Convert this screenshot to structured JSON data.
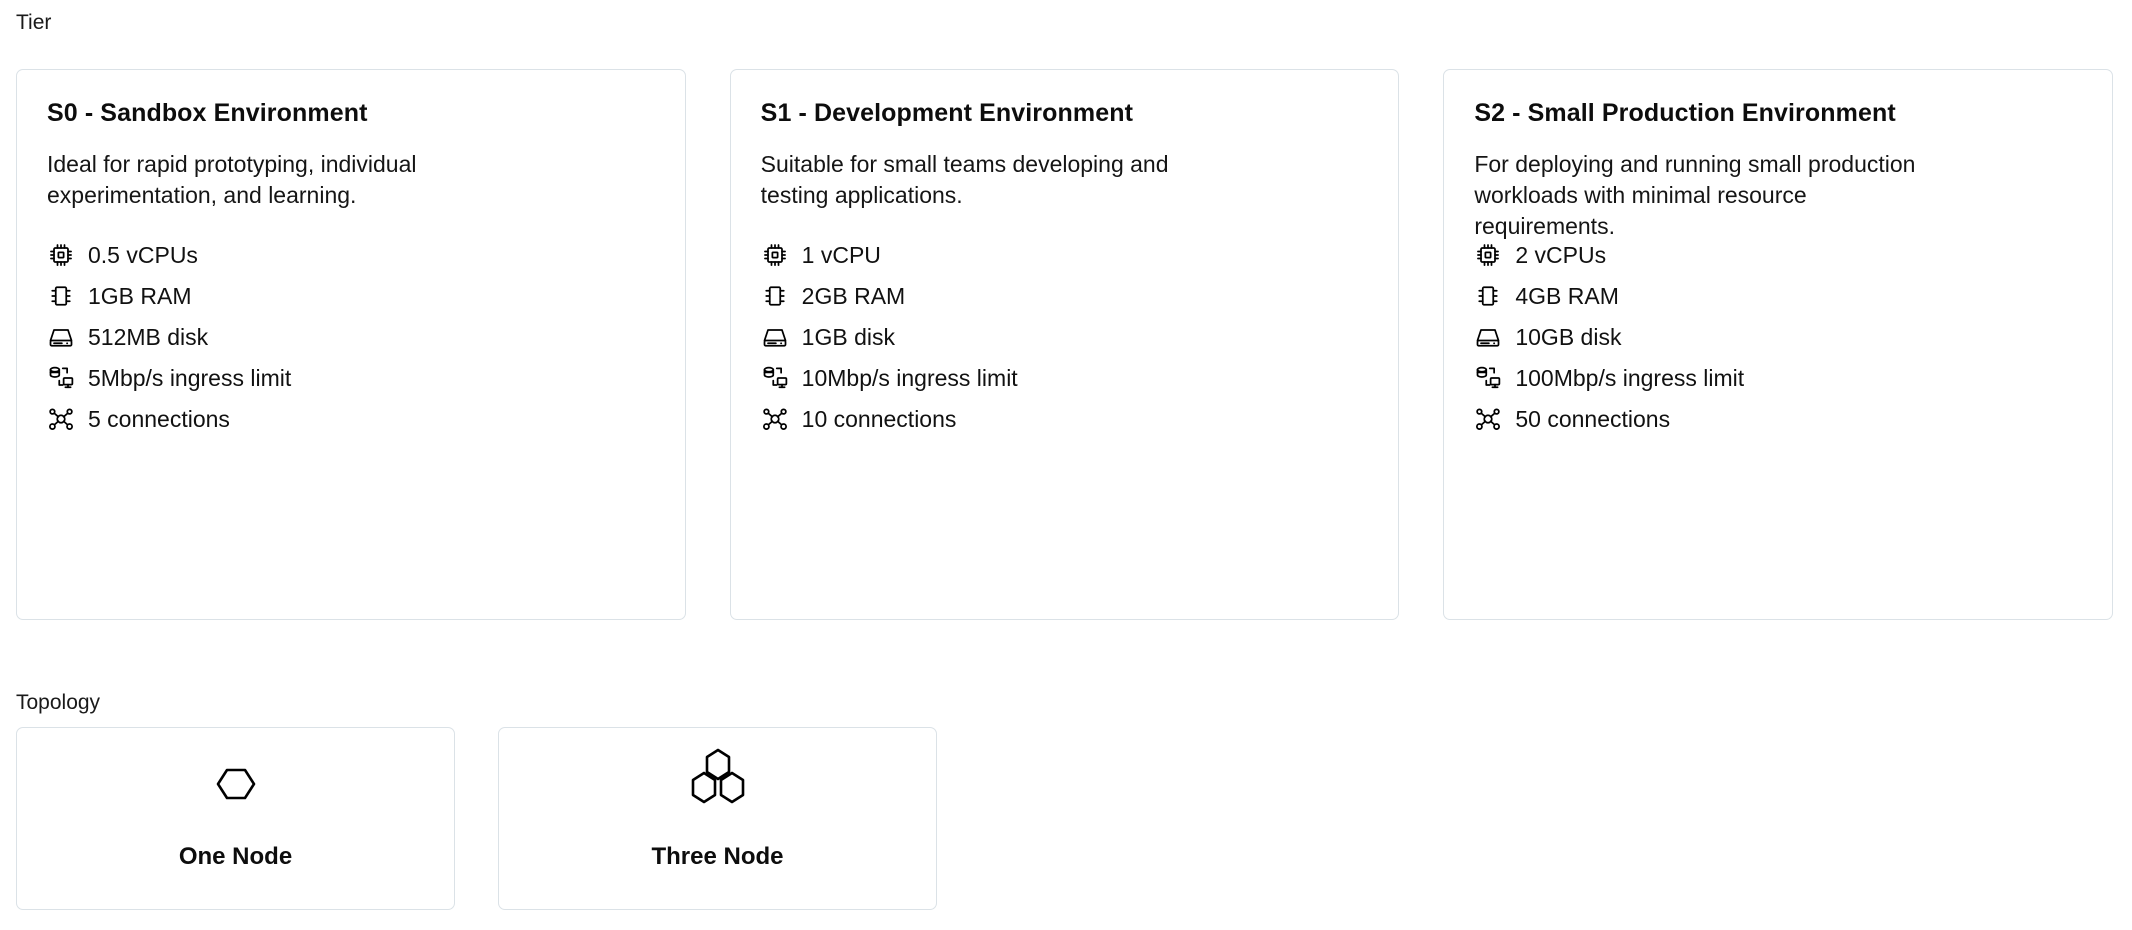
{
  "sections": {
    "tier_label": "Tier",
    "topology_label": "Topology"
  },
  "tiers": [
    {
      "id": "s0",
      "title": "S0 - Sandbox Environment",
      "description": "Ideal for rapid prototyping, individual experimentation, and learning.",
      "specs": [
        {
          "icon": "cpu-icon",
          "text": "0.5 vCPUs"
        },
        {
          "icon": "memory-icon",
          "text": "1GB RAM"
        },
        {
          "icon": "hard-drive-icon",
          "text": "512MB disk"
        },
        {
          "icon": "network-ingress-icon",
          "text": "5Mbp/s ingress limit"
        },
        {
          "icon": "share-network-icon",
          "text": "5 connections"
        }
      ]
    },
    {
      "id": "s1",
      "title": "S1 - Development Environment",
      "description": "Suitable for small teams developing and testing applications.",
      "specs": [
        {
          "icon": "cpu-icon",
          "text": "1 vCPU"
        },
        {
          "icon": "memory-icon",
          "text": "2GB RAM"
        },
        {
          "icon": "hard-drive-icon",
          "text": "1GB disk"
        },
        {
          "icon": "network-ingress-icon",
          "text": "10Mbp/s ingress limit"
        },
        {
          "icon": "share-network-icon",
          "text": "10 connections"
        }
      ]
    },
    {
      "id": "s2",
      "title": "S2 - Small Production Environment",
      "description": "For deploying and running small production workloads with minimal resource requirements.",
      "specs": [
        {
          "icon": "cpu-icon",
          "text": "2 vCPUs"
        },
        {
          "icon": "memory-icon",
          "text": "4GB RAM"
        },
        {
          "icon": "hard-drive-icon",
          "text": "10GB disk"
        },
        {
          "icon": "network-ingress-icon",
          "text": "100Mbp/s ingress limit"
        },
        {
          "icon": "share-network-icon",
          "text": "50 connections"
        }
      ]
    }
  ],
  "topologies": [
    {
      "id": "one-node",
      "label": "One Node",
      "icon": "one-hexagon-icon"
    },
    {
      "id": "three-node",
      "label": "Three Node",
      "icon": "three-hexagon-icon"
    }
  ],
  "colors": {
    "card_border": "#dbe2e7",
    "text": "#111111",
    "background": "#ffffff"
  }
}
